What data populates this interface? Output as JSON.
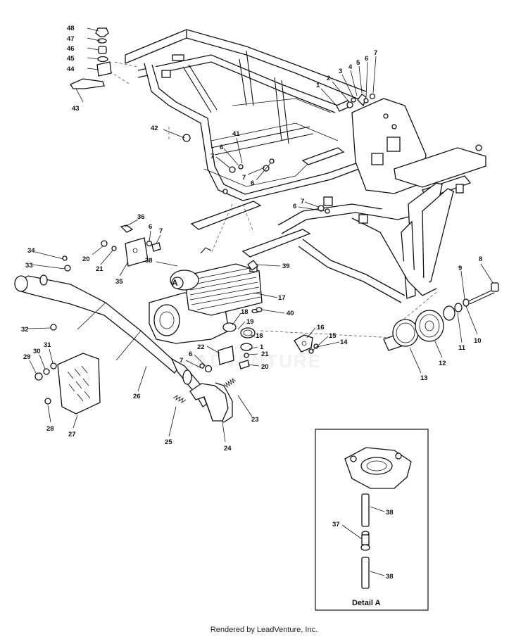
{
  "footer_text": "Rendered by LeadVenture, Inc.",
  "detail": {
    "title": "Detail A"
  },
  "engine_mark": "A",
  "watermark": "LEADVENTURE",
  "callouts": [
    "1",
    "2",
    "3",
    "4",
    "5",
    "6",
    "7",
    "8",
    "9",
    "10",
    "11",
    "12",
    "13",
    "14",
    "15",
    "16",
    "17",
    "18",
    "19",
    "20",
    "21",
    "22",
    "23",
    "24",
    "25",
    "26",
    "27",
    "28",
    "29",
    "30",
    "31",
    "32",
    "33",
    "34",
    "35",
    "36",
    "37",
    "38",
    "39",
    "40",
    "41",
    "42",
    "43",
    "44",
    "45",
    "46",
    "47",
    "48"
  ]
}
